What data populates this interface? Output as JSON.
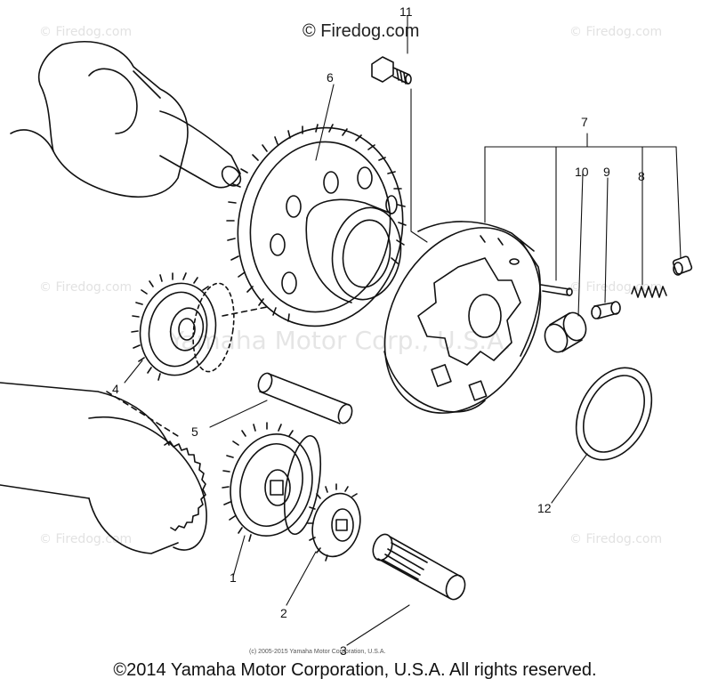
{
  "diagram": {
    "watermark_top": "© Firedog.com",
    "watermark_repeat": "© Firedog.com",
    "watermark_center": "Yamaha Motor Corp., U.S.A.",
    "small_copyright": "(c) 2005-2015 Yamaha Motor Corporation, U.S.A.",
    "footer_copyright": "©2014 Yamaha Motor Corporation, U.S.A. All rights reserved.",
    "callouts": {
      "c1": "1",
      "c2": "2",
      "c3": "3",
      "c4": "4",
      "c5": "5",
      "c6": "6",
      "c7": "7",
      "c8": "8",
      "c9": "9",
      "c10": "10",
      "c11": "11",
      "c12": "12"
    },
    "parts": {
      "crankshaft": "",
      "driven_gear": "",
      "idle_gear": "",
      "idle_shaft": "",
      "drive_gear": "",
      "small_gear": "",
      "splined_shaft": "",
      "clutch_housing": "",
      "roller": "",
      "plunger": "",
      "spring": "",
      "cap": "",
      "pin": "",
      "bolt": "",
      "washer": ""
    },
    "colors": {
      "line": "#111111",
      "watermark": "#e2e2e2",
      "background": "#ffffff"
    }
  }
}
